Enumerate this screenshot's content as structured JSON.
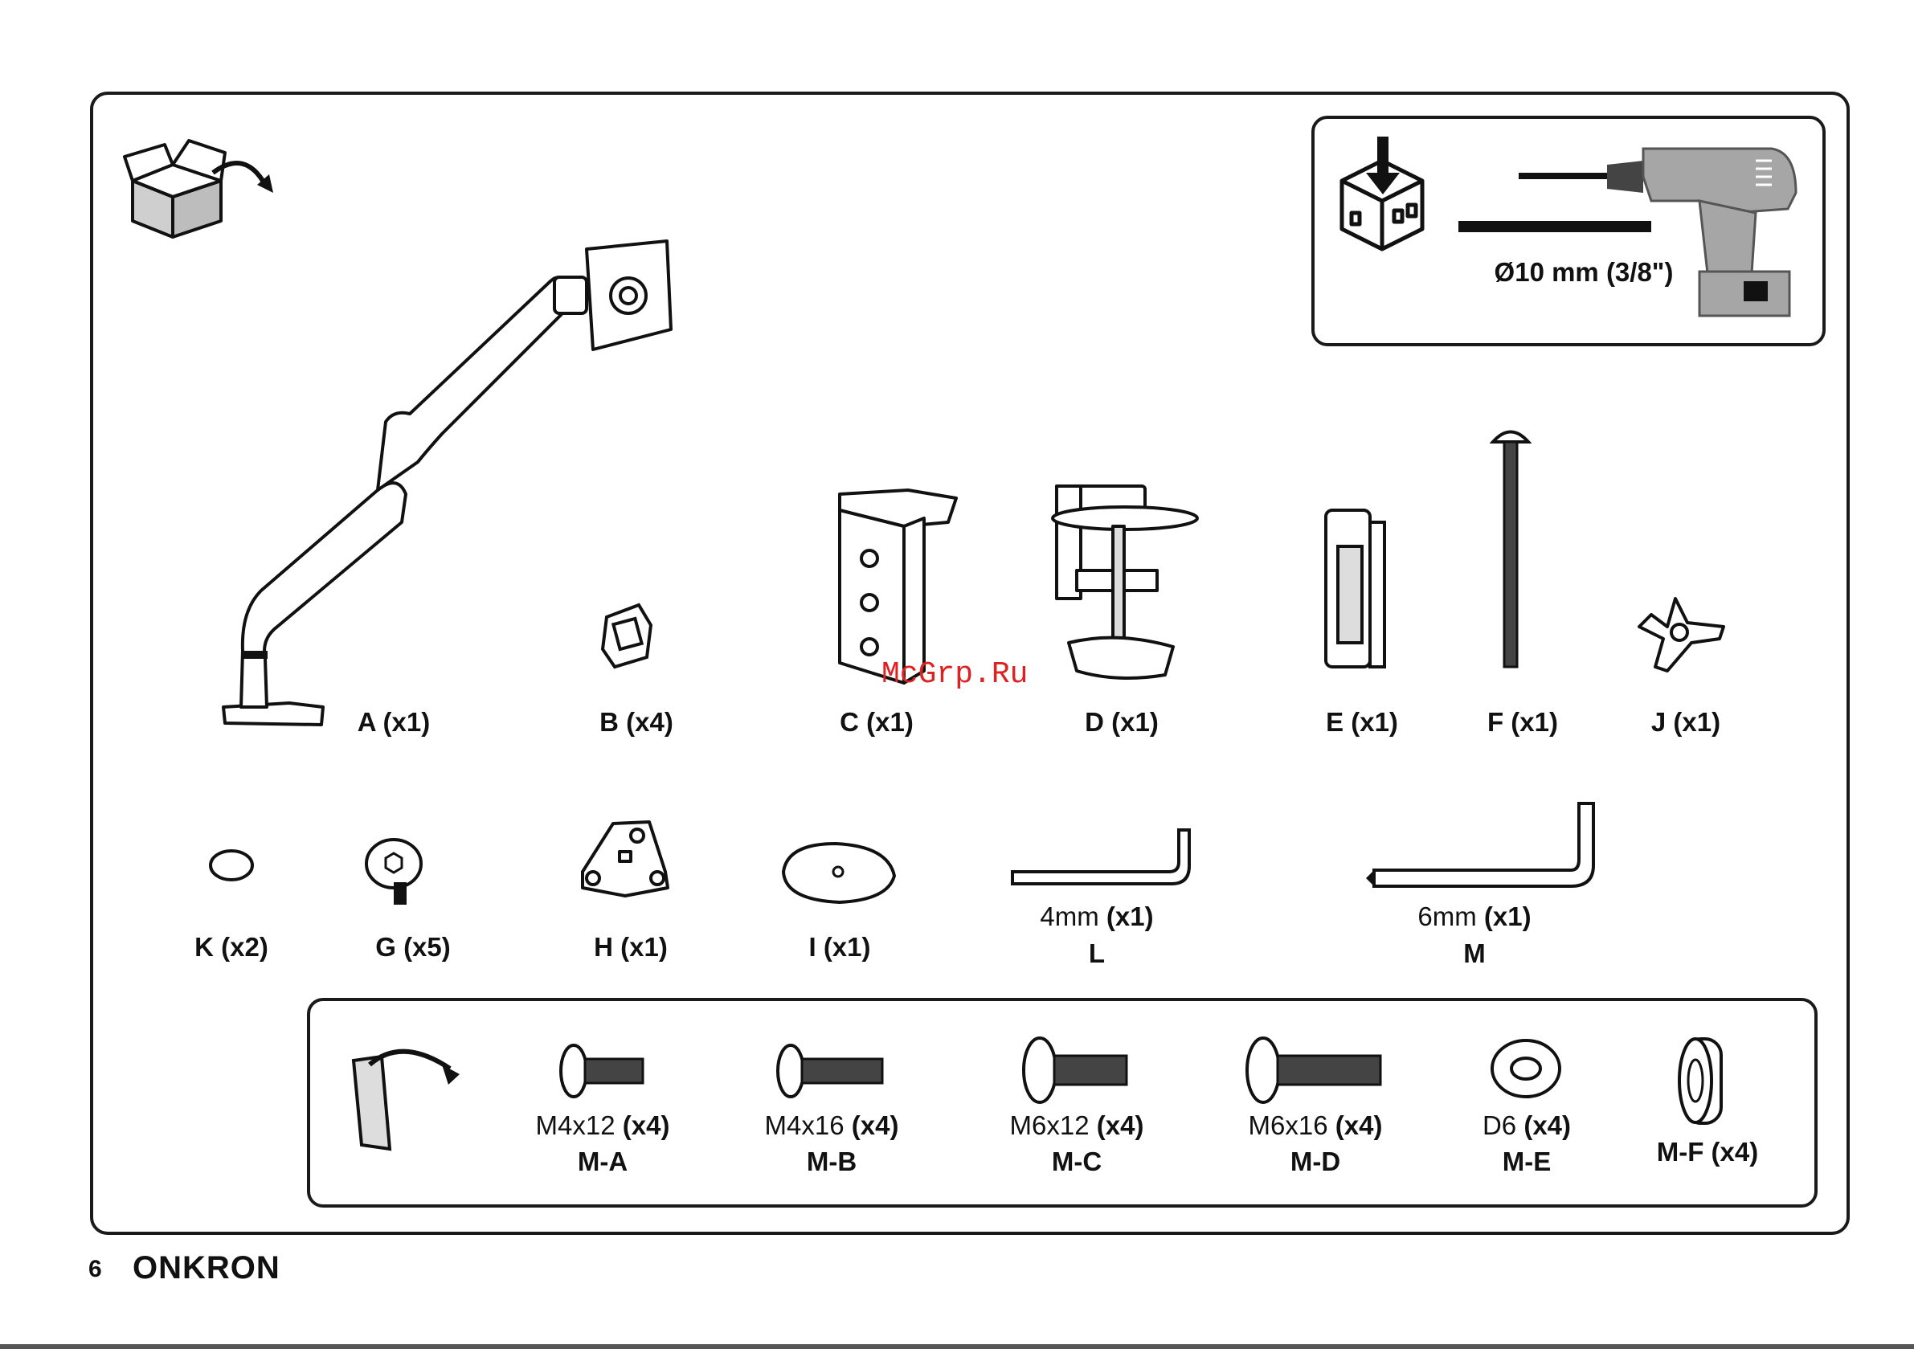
{
  "drill": {
    "spec": "Ø10 mm (3/8\")"
  },
  "parts_top": [
    {
      "label": "A (x1)"
    },
    {
      "label": "B (x4)"
    },
    {
      "label": "C (x1)"
    },
    {
      "label": "D (x1)"
    },
    {
      "label": "E (x1)"
    },
    {
      "label": "F (x1)"
    },
    {
      "label": "J (x1)"
    }
  ],
  "parts_mid": [
    {
      "label": "K (x2)"
    },
    {
      "label": "G (x5)"
    },
    {
      "label": "H (x1)"
    },
    {
      "label": "I (x1)"
    }
  ],
  "keys": [
    {
      "size": "4mm",
      "qty": "(x1)",
      "code": "L"
    },
    {
      "size": "6mm",
      "qty": "(x1)",
      "code": "M"
    }
  ],
  "hardware": [
    {
      "size": "M4x12",
      "qty": "(x4)",
      "code": "M-A"
    },
    {
      "size": "M4x16",
      "qty": "(x4)",
      "code": "M-B"
    },
    {
      "size": "M6x12",
      "qty": "(x4)",
      "code": "M-C"
    },
    {
      "size": "M6x16",
      "qty": "(x4)",
      "code": "M-D"
    },
    {
      "size": "D6",
      "qty": "(x4)",
      "code": "M-E"
    },
    {
      "label": "M-F (x4)"
    }
  ],
  "watermark": "McGrp.Ru",
  "footer": {
    "page": "6",
    "brand": "ONKRON"
  }
}
